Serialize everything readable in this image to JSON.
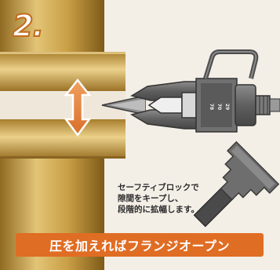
{
  "step_number": "2.",
  "tool_marks": [
    "78",
    "70",
    "29"
  ],
  "caption_lines": [
    "セーフティブロックで",
    "隙間をキープし、",
    "段階的に拡幅します。"
  ],
  "banner_text": "圧を加えればフランジオープン",
  "colors": {
    "background": "#f3eee6",
    "pipe_gold": "#c9a24a",
    "tool_gray": "#6b6b6b",
    "arrow_orange": "#e58a45",
    "banner_orange": "#e06d24",
    "step_outline": "#c26c1d"
  }
}
